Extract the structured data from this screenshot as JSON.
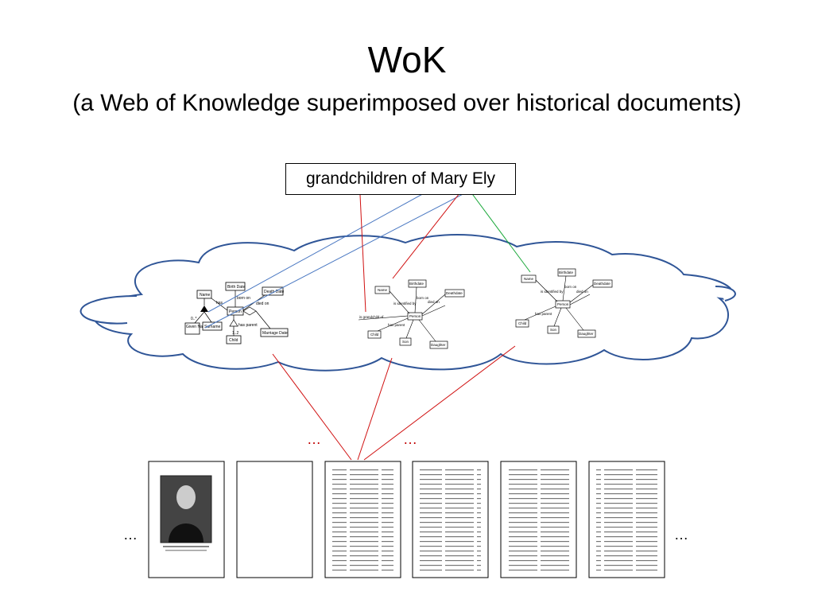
{
  "slide": {
    "title": "WoK",
    "subtitle": "(a Web of Knowledge superimposed over historical documents)"
  },
  "query": {
    "text": "grandchildren of Mary Ely"
  },
  "schema_diagram": {
    "nodes": [
      "Name",
      "Birth Date",
      "Death Date",
      "Given Name",
      "Surname",
      "Person",
      "Child",
      "Marriage Date"
    ],
    "edges": [
      "has",
      "born on",
      "died on",
      "has parent",
      "0..*",
      "1..2"
    ]
  },
  "instance_diagram_1": {
    "nodes": [
      "Name",
      "Birthdate",
      "Deathdate",
      "Person",
      "Child",
      "Son",
      "Daughter"
    ],
    "edges": [
      "is grandchild of",
      "is identified by",
      "born on",
      "died on",
      "has parent"
    ]
  },
  "instance_diagram_2": {
    "nodes": [
      "Name",
      "Birthdate",
      "Deathdate",
      "Person",
      "Child",
      "Son",
      "Daughter"
    ],
    "edges": [
      "is identified by",
      "born on",
      "died on",
      "has parent"
    ]
  },
  "ellipses": {
    "left_red": "…",
    "right_red": "…",
    "left_black": "…",
    "right_black": "…"
  },
  "colors": {
    "cloud_stroke": "#2f5597",
    "blue_line": "#4a78c2",
    "red_line": "#d01010",
    "green_line": "#1aa83a"
  }
}
